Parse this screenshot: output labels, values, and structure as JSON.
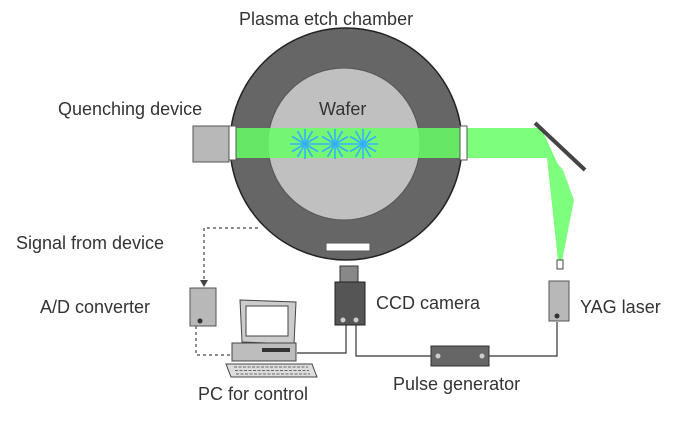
{
  "labels": {
    "chamber": "Plasma etch chamber",
    "wafer": "Wafer",
    "quenching_device": "Quenching device",
    "signal_from_device": "Signal from device",
    "ad_converter": "A/D converter",
    "ccd_camera": "CCD camera",
    "yag_laser": "YAG laser",
    "pc_for_control": "PC for control",
    "pulse_generator": "Pulse generator"
  },
  "colors": {
    "chamber_outer": "#666666",
    "wafer": "#c0c0c0",
    "laser_beam": "#66ff66",
    "sparks": "#33b0ff",
    "device_gray": "#b8b8b8",
    "camera_gray": "#555555",
    "mirror": "#444444",
    "text": "#333333"
  },
  "icons": [
    "spark-icon",
    "computer-icon",
    "camera-icon",
    "laser-icon",
    "mirror-icon"
  ]
}
